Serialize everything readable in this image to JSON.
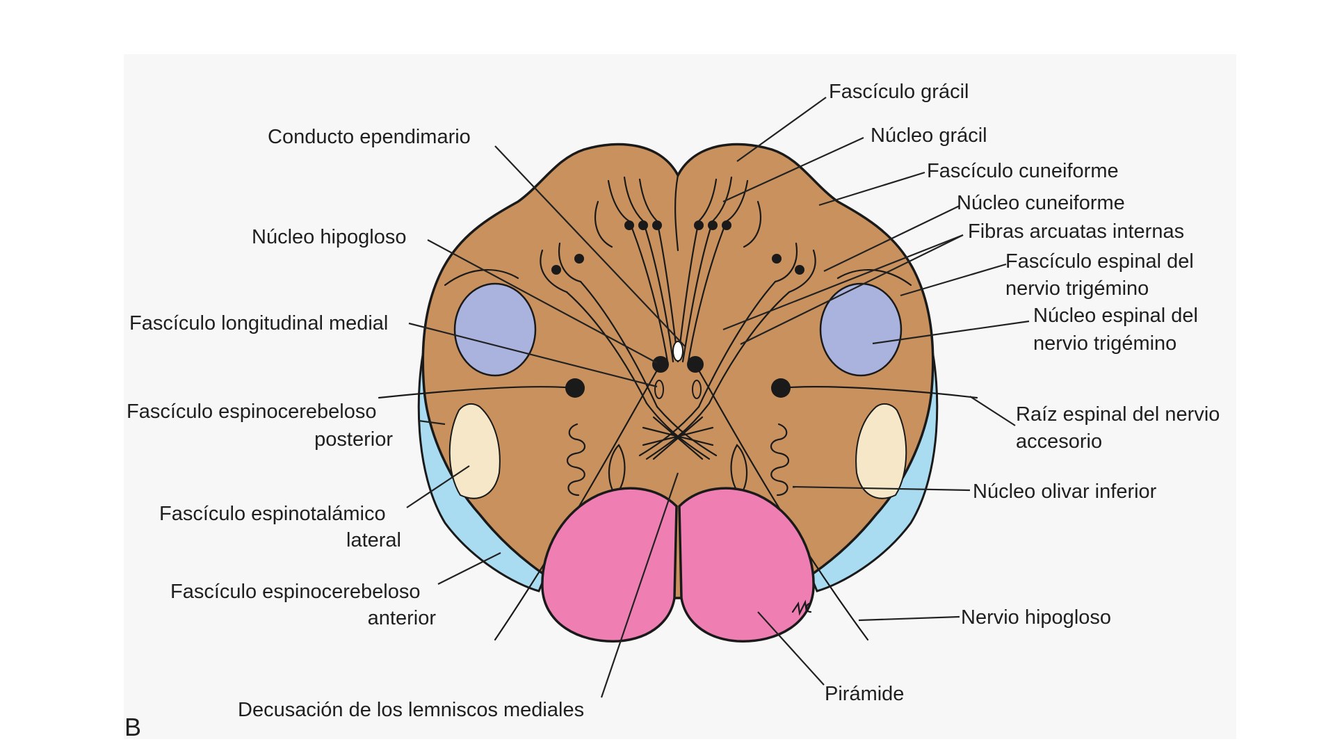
{
  "panel_letter": "B",
  "colors": {
    "background": "#f7f7f7",
    "medulla_tan": "#c8915e",
    "pyramid_pink": "#ef7fb3",
    "spinocerebellar_blue": "#a9dcf0",
    "spinothalamic_cream": "#f5e7c7",
    "trigeminal_lavender": "#a9b3de"
  },
  "labels": {
    "conducto_ependimario": "Conducto ependimario",
    "nucleo_hipogloso": "Núcleo hipogloso",
    "fasciculo_longitudinal_medial": "Fascículo longitudinal medial",
    "espinocerebeloso_posterior_1": "Fascículo espinocerebeloso",
    "espinocerebeloso_posterior_2": "posterior",
    "espinotalamico_lateral_1": "Fascículo espinotalámico",
    "espinotalamico_lateral_2": "lateral",
    "espinocerebeloso_anterior_1": "Fascículo espinocerebeloso",
    "espinocerebeloso_anterior_2": "anterior",
    "decusacion": "Decusación de los lemniscos mediales",
    "fasciculo_gracil": "Fascículo grácil",
    "nucleo_gracil": "Núcleo grácil",
    "fasciculo_cuneiforme": "Fascículo cuneiforme",
    "nucleo_cuneiforme": "Núcleo cuneiforme",
    "fibras_arcuatas": "Fibras arcuatas internas",
    "fasciculo_espinal_trigemino_1": "Fascículo espinal del",
    "fasciculo_espinal_trigemino_2": "nervio trigémino",
    "nucleo_espinal_trigemino_1": "Núcleo espinal del",
    "nucleo_espinal_trigemino_2": "nervio trigémino",
    "raiz_accesorio_1": "Raíz espinal del nervio",
    "raiz_accesorio_2": "accesorio",
    "nucleo_olivar": "Núcleo olivar inferior",
    "nervio_hipogloso": "Nervio hipogloso",
    "piramide": "Pirámide"
  }
}
